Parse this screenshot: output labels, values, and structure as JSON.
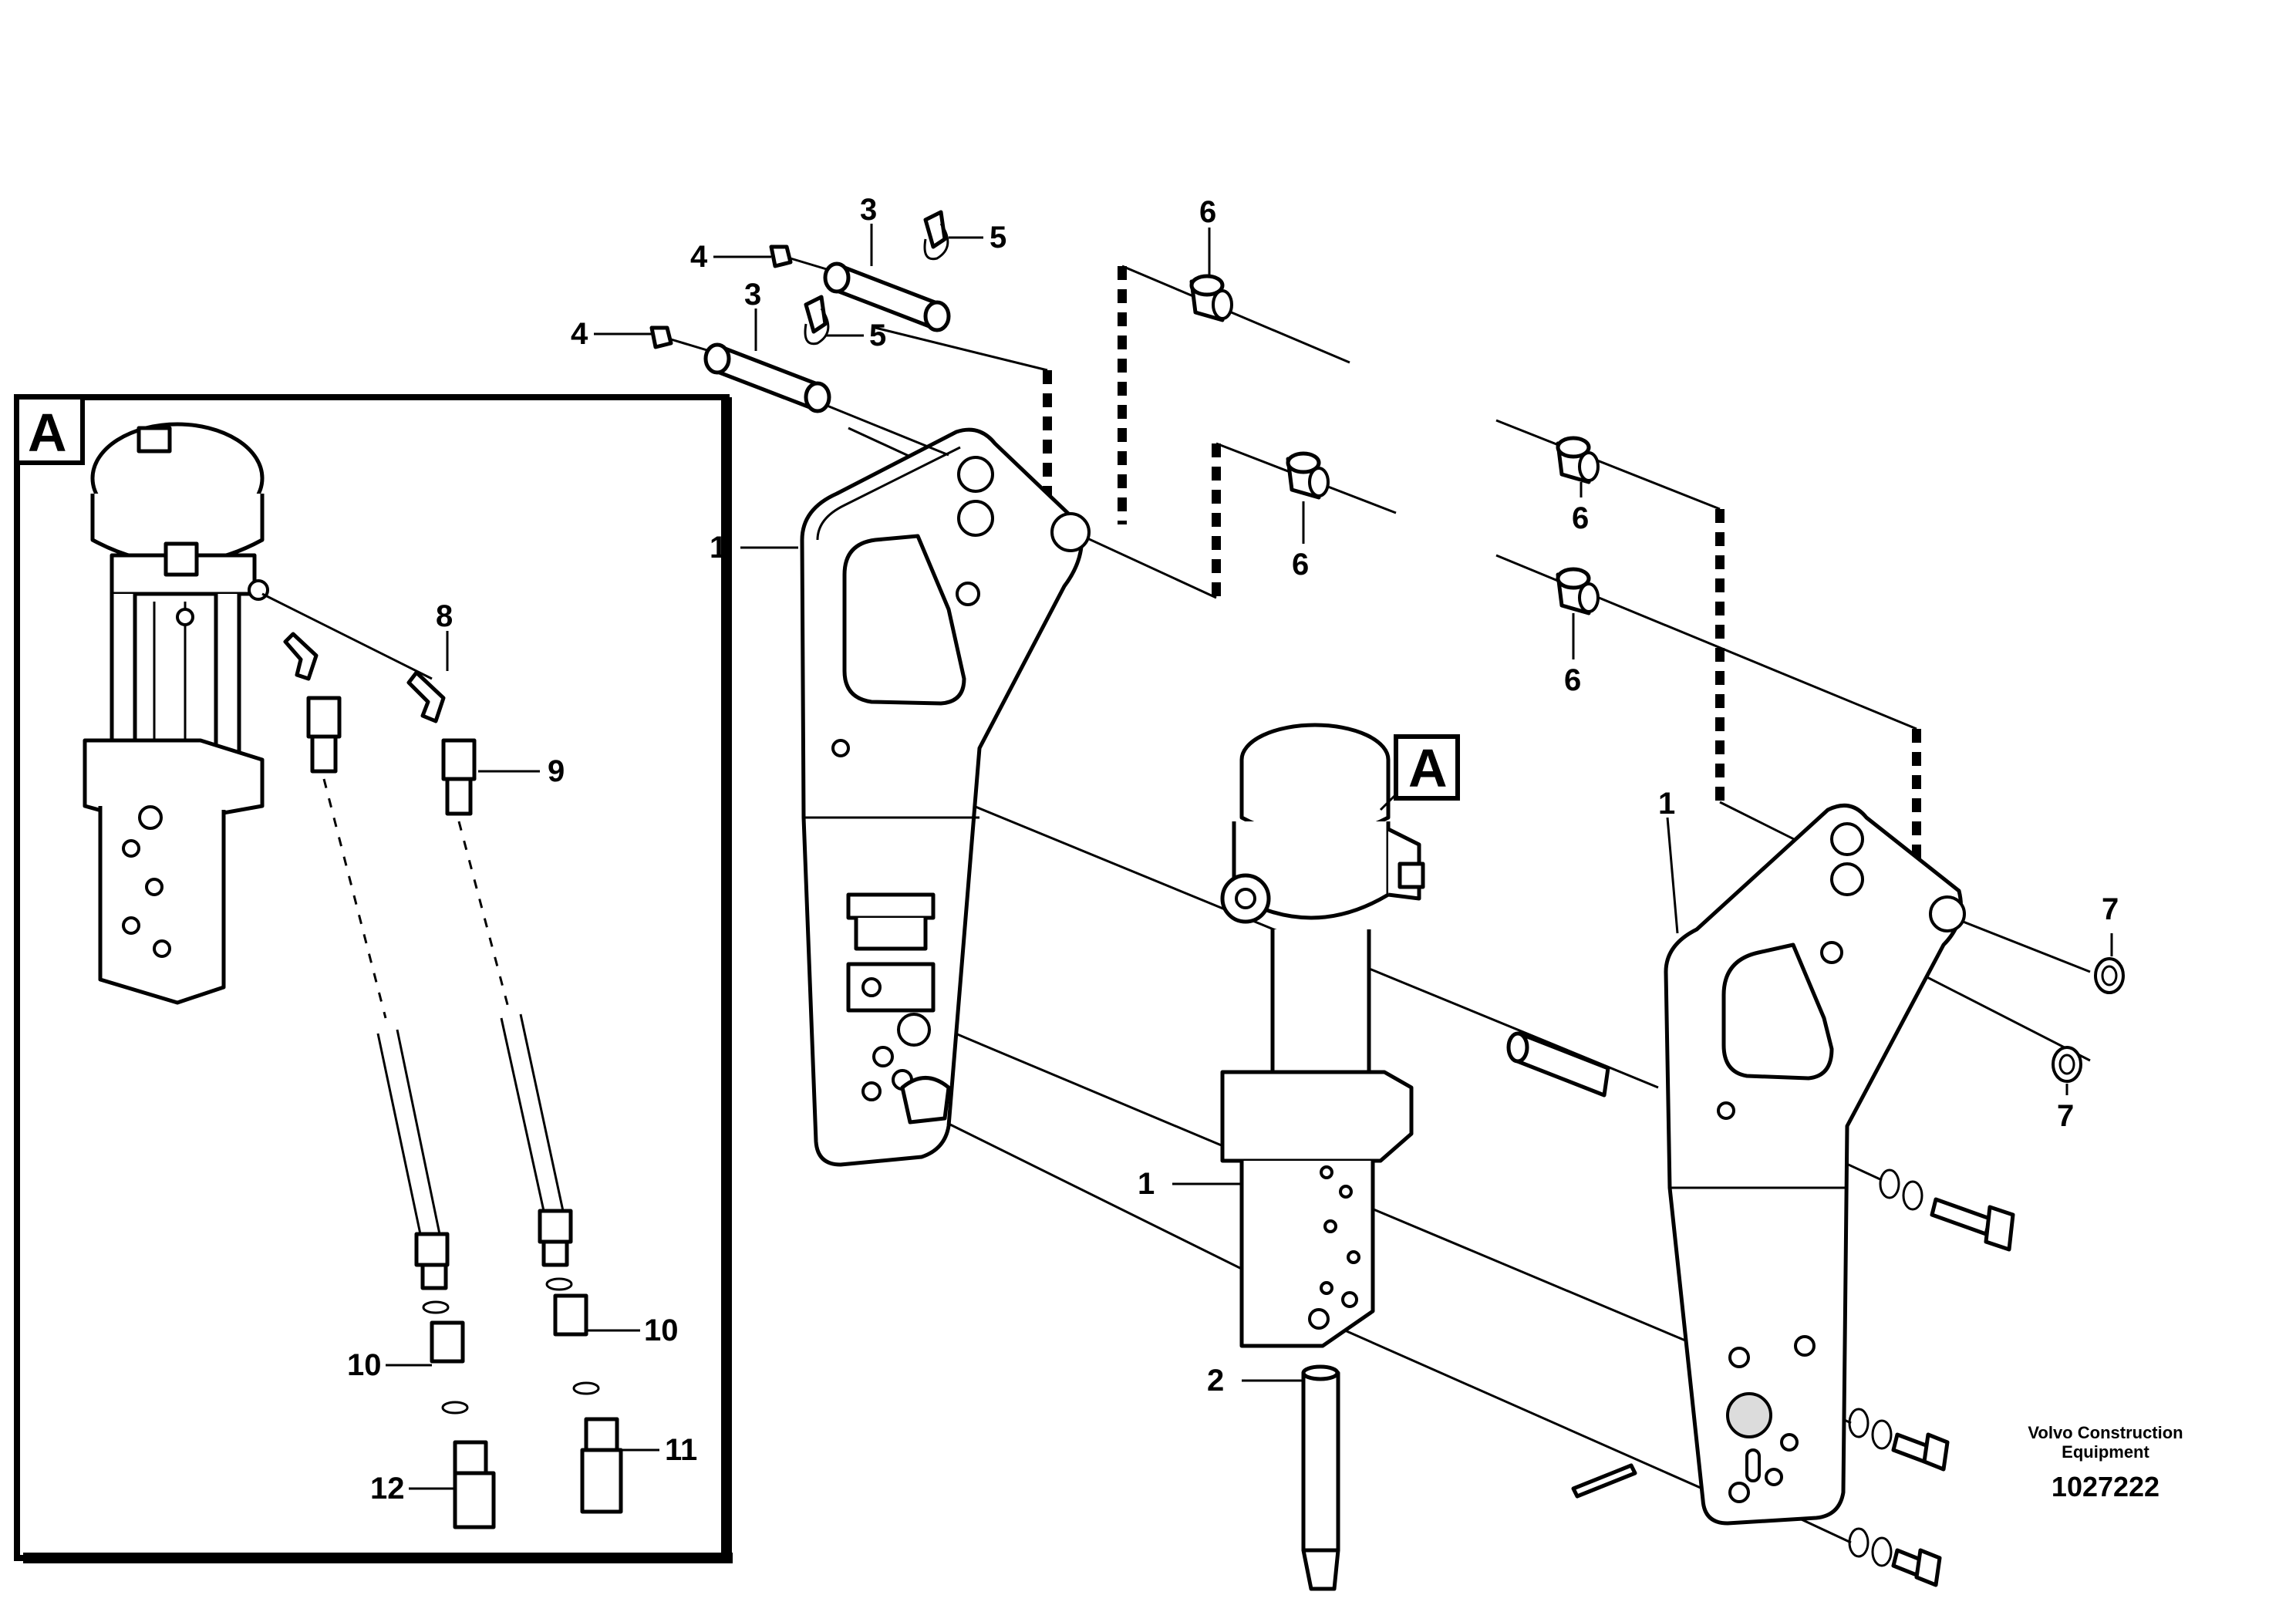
{
  "detail": {
    "letter": "A"
  },
  "callouts": {
    "bracket_left": "1",
    "bracket_right": "1",
    "breaker_body": "1",
    "chisel": "2",
    "pin_top": "3",
    "pin_lower": "3",
    "grease_top": "4",
    "grease_lower": "4",
    "lockpin_top": "5",
    "lockpin_lower": "5",
    "bushing_top": "6",
    "bushing_mid": "6",
    "bushing_right_top": "6",
    "bushing_right_low": "6",
    "washer_top": "7",
    "washer_low": "7",
    "elbow": "8",
    "adapter": "9",
    "coupling_right": "10",
    "coupling_left": "10",
    "quick_right": "11",
    "quick_left": "12"
  },
  "footer": {
    "brand_line1": "Volvo Construction",
    "brand_line2": "Equipment",
    "doc_number": "1027222"
  }
}
